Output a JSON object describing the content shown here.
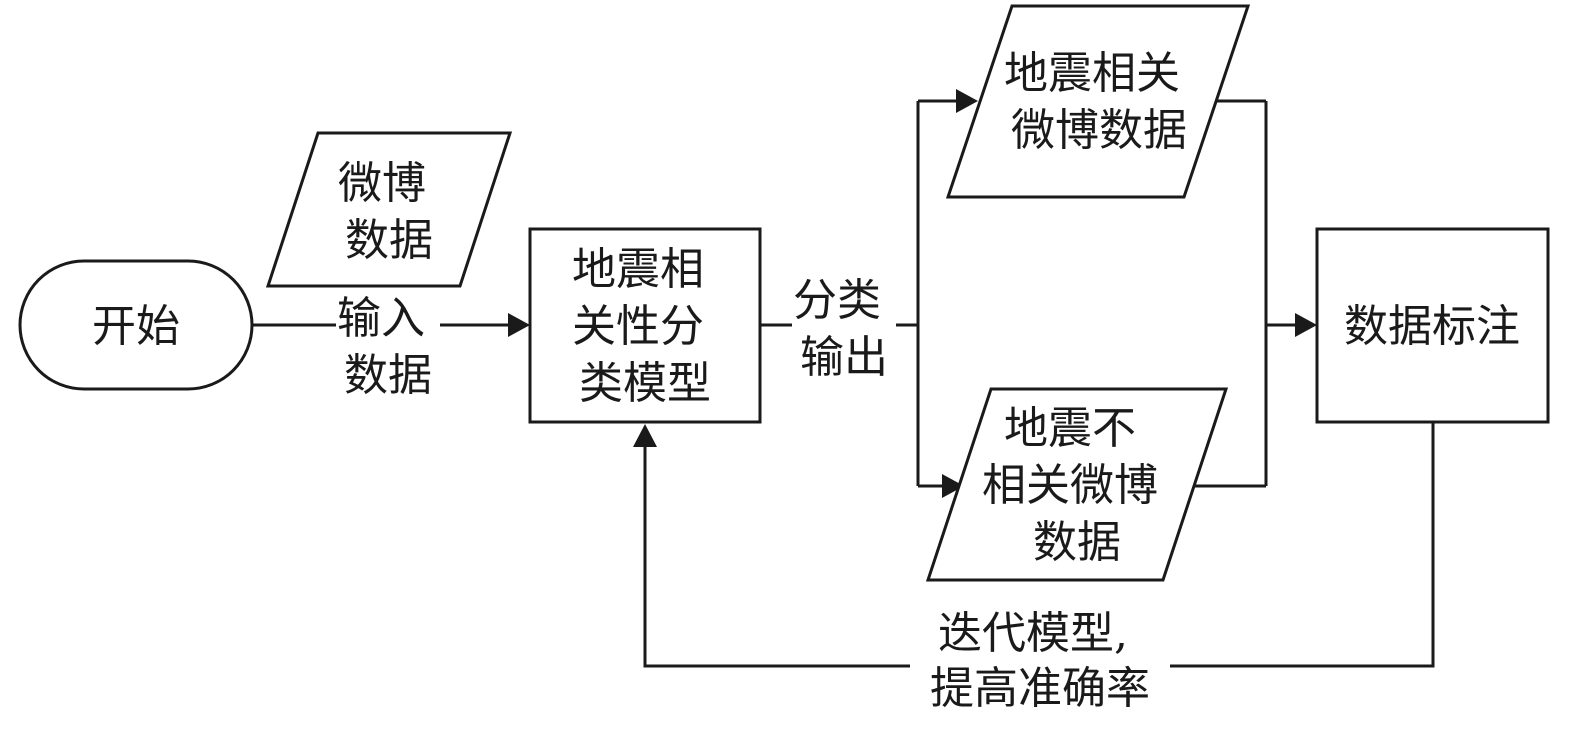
{
  "nodes": {
    "start": {
      "text": [
        "开始"
      ]
    },
    "weibo_data": {
      "text": [
        "微博",
        "数据"
      ]
    },
    "model": {
      "text": [
        "地震相",
        "关性分",
        "类模型"
      ]
    },
    "related_data": {
      "text": [
        "地震相关",
        "微博数据"
      ]
    },
    "unrelated_data": {
      "text": [
        "地震不",
        "相关微博",
        "数据"
      ]
    },
    "annotation": {
      "text": [
        "数据标注"
      ]
    }
  },
  "edges": {
    "input": {
      "text": [
        "输入",
        "数据"
      ]
    },
    "classify_output": {
      "text": [
        "分类",
        "输出"
      ]
    },
    "iterate": {
      "text": [
        "迭代模型,",
        "提高准确率"
      ]
    }
  },
  "colors": {
    "stroke": "#1a1a1a",
    "fill": "#ffffff"
  }
}
